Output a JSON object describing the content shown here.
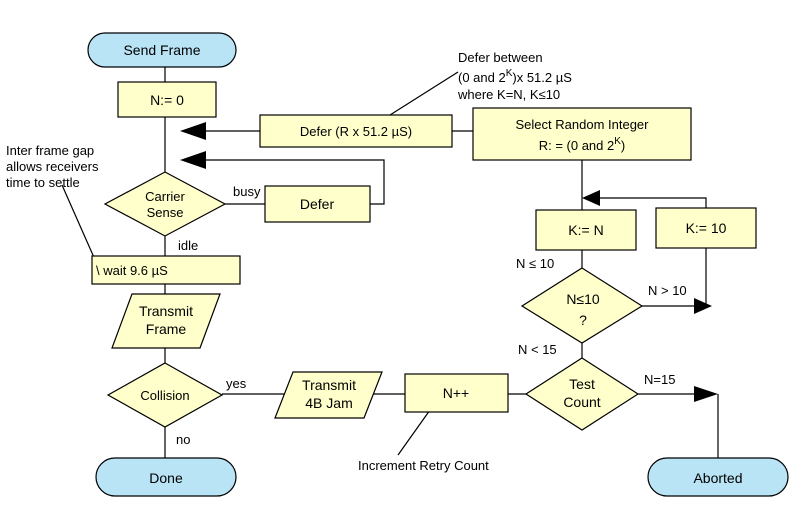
{
  "nodes": {
    "send_frame": "Send Frame",
    "n_init": "N:= 0",
    "carrier_sense": [
      "Carrier",
      "Sense"
    ],
    "defer": "Defer",
    "wait": "\\ wait 9.6 µS",
    "transmit_frame": [
      "Transmit",
      "Frame"
    ],
    "collision": "Collision",
    "done": "Done",
    "transmit_jam": [
      "Transmit",
      "4B Jam"
    ],
    "increment": "N++",
    "test_count": [
      "Test",
      "Count"
    ],
    "aborted": "Aborted",
    "k_n": "K:= N",
    "k_10": "K:= 10",
    "n_le_10": [
      "N≤10",
      "?"
    ],
    "select_random": [
      "Select Random Integer",
      "R: = (0 and 2",
      "K",
      ")"
    ],
    "defer_r": "Defer (R x 51.2 µS)"
  },
  "labels": {
    "busy": "busy",
    "idle": "idle",
    "yes": "yes",
    "no": "no",
    "n_le_10_edge": "N ≤ 10",
    "n_gt_10_edge": "N > 10",
    "n_lt_15_edge": "N < 15",
    "n_eq_15_edge": "N=15"
  },
  "annotations": {
    "defer_between": [
      "Defer between",
      "(0 and 2",
      "K",
      ")x 51.2 µS",
      "where K=N, K≤10"
    ],
    "interframe_gap": [
      "Inter frame gap",
      "allows receivers",
      "time to settle"
    ],
    "increment_retry": "Increment Retry Count"
  },
  "colors": {
    "terminal_fill": "#b8e4f6",
    "process_fill": "#ffffcc",
    "stroke": "#000000"
  }
}
